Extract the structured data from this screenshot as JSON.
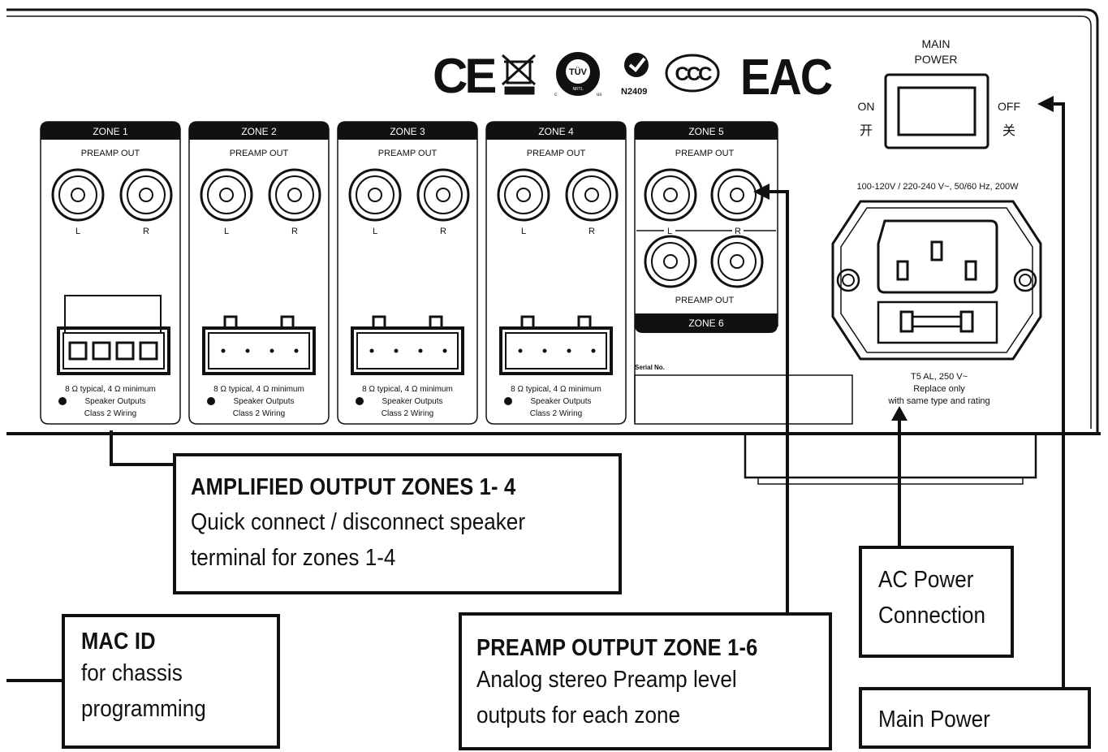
{
  "certifications": {
    "ce": "CE",
    "tuv": "TÜV",
    "tuv_sub": "NRTL",
    "tuv_c": "c",
    "tuv_us": "us",
    "rcm_code": "N2409",
    "ccc": "CCC",
    "eac": "EAC"
  },
  "zones": [
    {
      "header": "ZONE 1",
      "preamp": "PREAMP OUT",
      "left": "L",
      "right": "R",
      "spec1": "8 Ω typical, 4 Ω minimum",
      "spec2": "Speaker Outputs",
      "spec3": "Class 2 Wiring"
    },
    {
      "header": "ZONE 2",
      "preamp": "PREAMP OUT",
      "left": "L",
      "right": "R",
      "spec1": "8 Ω typical, 4 Ω minimum",
      "spec2": "Speaker Outputs",
      "spec3": "Class 2 Wiring"
    },
    {
      "header": "ZONE 3",
      "preamp": "PREAMP OUT",
      "left": "L",
      "right": "R",
      "spec1": "8 Ω typical, 4 Ω minimum",
      "spec2": "Speaker Outputs",
      "spec3": "Class 2 Wiring"
    },
    {
      "header": "ZONE 4",
      "preamp": "PREAMP OUT",
      "left": "L",
      "right": "R",
      "spec1": "8 Ω typical, 4 Ω minimum",
      "spec2": "Speaker Outputs",
      "spec3": "Class 2 Wiring"
    }
  ],
  "zone56": {
    "top_header": "ZONE 5",
    "top_preamp": "PREAMP OUT",
    "left": "L",
    "right": "R",
    "bottom_preamp": "PREAMP OUT",
    "bottom_header": "ZONE 6"
  },
  "serial_label": "Serial No.",
  "power": {
    "main_line1": "MAIN",
    "main_line2": "POWER",
    "on": "ON",
    "on_cn": "开",
    "off": "OFF",
    "off_cn": "关",
    "rating": "100-120V / 220-240 V~, 50/60 Hz, 200W",
    "fuse1": "T5 AL, 250 V~",
    "fuse2": "Replace only",
    "fuse3": "with same type and rating"
  },
  "callouts": {
    "amplified": {
      "title": "AMPLIFIED OUTPUT ZONES 1- 4",
      "line1": "Quick connect / disconnect speaker",
      "line2": "terminal for zones 1-4"
    },
    "mac": {
      "title": "MAC ID",
      "line1": "for chassis",
      "line2": "programming"
    },
    "preamp": {
      "title": "PREAMP OUTPUT ZONE 1-6",
      "line1": "Analog stereo Preamp level",
      "line2": "outputs for each zone"
    },
    "ac": {
      "line1": "AC Power",
      "line2": "Connection"
    },
    "main_power": {
      "line1": "Main Power"
    }
  }
}
